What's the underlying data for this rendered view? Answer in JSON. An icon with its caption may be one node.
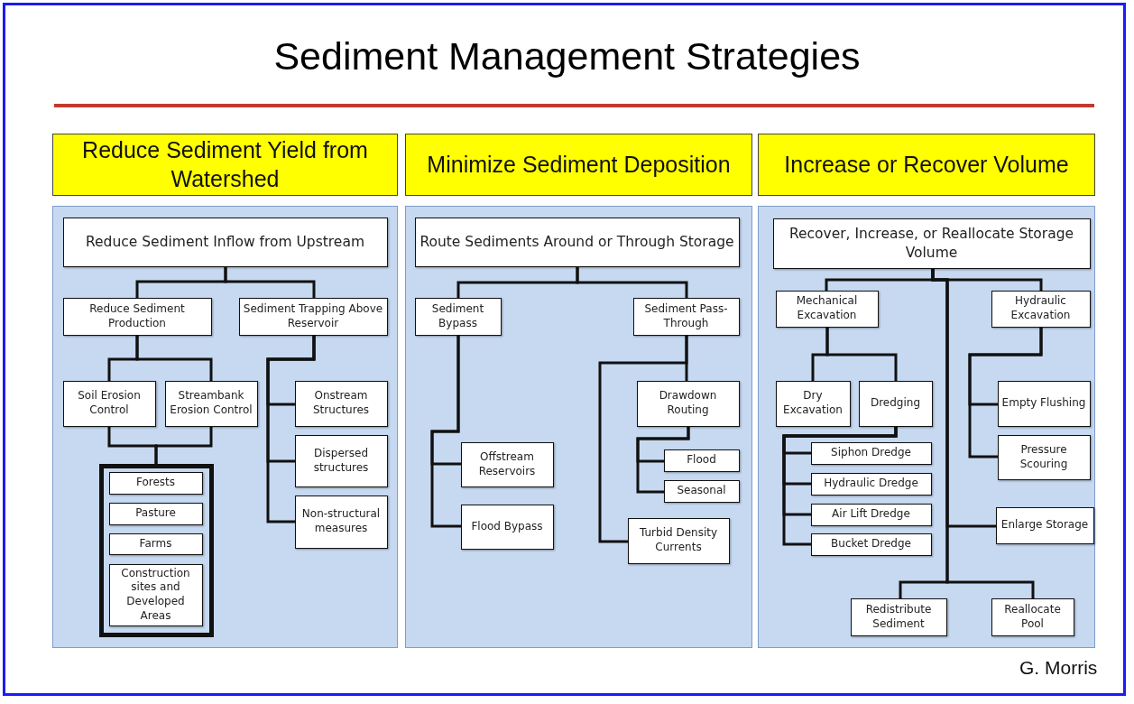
{
  "diagram": {
    "title": "Sediment Management Strategies",
    "nodes": [
      {
        "text": [
          "Reduce Sediment Yield from Watershed"
        ]
      },
      {
        "text": [],
        "shape": "box"
      },
      {
        "text": [
          "Reduce Sediment Inflow from Upstream"
        ],
        "in": 1
      },
      {
        "text": [
          "Reduce Sediment Production"
        ],
        "in": 1
      },
      {
        "text": [
          "Sediment Trapping Above Reservoir"
        ],
        "in": 1
      },
      {
        "text": [
          "Soil Erosion Control"
        ],
        "in": 1
      },
      {
        "text": [
          "Streambank Erosion Control"
        ],
        "in": 1
      },
      {
        "text": [],
        "shape": "box",
        "in": 1
      },
      {
        "text": [
          "Forests"
        ],
        "in": 7
      },
      {
        "text": [
          "Pasture"
        ],
        "in": 7
      },
      {
        "text": [
          "Farms"
        ],
        "in": 7
      },
      {
        "text": [
          "Construction sites and Developed Areas"
        ],
        "in": 7
      },
      {
        "text": [
          "Onstream Structures"
        ],
        "in": 1
      },
      {
        "text": [
          "Dispersed structures"
        ],
        "in": 1
      },
      {
        "text": [
          "Non-structural measures"
        ],
        "in": 1
      },
      {
        "text": [
          "Minimize Sediment Deposition"
        ]
      },
      {
        "text": [],
        "shape": "box"
      },
      {
        "text": [
          "Route Sediments Around or Through Storage"
        ],
        "in": 16
      },
      {
        "text": [
          "Sediment Bypass"
        ],
        "in": 16
      },
      {
        "text": [
          "Sediment Pass-Through"
        ],
        "in": 16
      },
      {
        "text": [
          "Drawdown Routing"
        ],
        "in": 16
      },
      {
        "text": [
          "Offstream Reservoirs"
        ],
        "in": 16
      },
      {
        "text": [
          "Flood"
        ],
        "in": 16
      },
      {
        "text": [
          "Seasonal"
        ],
        "in": 16
      },
      {
        "text": [
          "Flood Bypass"
        ],
        "in": 16
      },
      {
        "text": [
          "Turbid Density Currents"
        ],
        "in": 16
      },
      {
        "text": [
          "Increase or Recover Volume"
        ]
      },
      {
        "text": [],
        "shape": "box"
      },
      {
        "text": [
          "Recover, Increase, or Reallocate Storage Volume"
        ],
        "in": 27
      },
      {
        "text": [
          "Mechanical Excavation"
        ],
        "in": 27
      },
      {
        "text": [
          "Hydraulic Excavation"
        ],
        "in": 27
      },
      {
        "text": [
          "Dry Excavation"
        ],
        "in": 27
      },
      {
        "text": [
          "Dredging"
        ],
        "in": 27
      },
      {
        "text": [
          "Empty Flushing"
        ],
        "in": 27
      },
      {
        "text": [
          "Siphon Dredge"
        ],
        "in": 27
      },
      {
        "text": [
          "Pressure Scouring"
        ],
        "in": 27
      },
      {
        "text": [
          "Hydraulic Dredge"
        ],
        "in": 27
      },
      {
        "text": [
          "Air Lift Dredge"
        ],
        "in": 27
      },
      {
        "text": [
          "Enlarge Storage"
        ],
        "in": 27
      },
      {
        "text": [
          "Bucket Dredge"
        ],
        "in": 27
      },
      {
        "text": [
          "Redistribute Sediment"
        ],
        "in": 27
      },
      {
        "text": [
          "Reallocate Pool"
        ],
        "in": 27
      }
    ],
    "edges": [
      {
        "from": 2,
        "to": 3,
        "arrow": "none"
      },
      {
        "from": 2,
        "to": 4,
        "arrow": "none"
      },
      {
        "from": 3,
        "to": 5,
        "arrow": "none"
      },
      {
        "from": 3,
        "to": 6,
        "arrow": "none"
      },
      {
        "from": 5,
        "to": 7,
        "arrow": "none"
      },
      {
        "from": 6,
        "to": 7,
        "arrow": "none"
      },
      {
        "from": 4,
        "to": 12,
        "arrow": "none"
      },
      {
        "from": 4,
        "to": 13,
        "arrow": "none"
      },
      {
        "from": 4,
        "to": 14,
        "arrow": "none"
      },
      {
        "from": 17,
        "to": 18,
        "arrow": "none"
      },
      {
        "from": 17,
        "to": 19,
        "arrow": "none"
      },
      {
        "from": 18,
        "to": 21,
        "arrow": "none"
      },
      {
        "from": 18,
        "to": 24,
        "arrow": "none"
      },
      {
        "from": 19,
        "to": 20,
        "arrow": "none"
      },
      {
        "from": 19,
        "to": 25,
        "arrow": "none"
      },
      {
        "from": 20,
        "to": 22,
        "arrow": "none"
      },
      {
        "from": 20,
        "to": 23,
        "arrow": "none"
      },
      {
        "from": 28,
        "to": 29,
        "arrow": "none"
      },
      {
        "from": 28,
        "to": 30,
        "arrow": "none"
      },
      {
        "from": 28,
        "to": 38,
        "arrow": "none"
      },
      {
        "from": 28,
        "to": 40,
        "arrow": "none"
      },
      {
        "from": 28,
        "to": 41,
        "arrow": "none"
      },
      {
        "from": 29,
        "to": 31,
        "arrow": "none"
      },
      {
        "from": 29,
        "to": 32,
        "arrow": "none"
      },
      {
        "from": 32,
        "to": 34,
        "arrow": "none"
      },
      {
        "from": 32,
        "to": 36,
        "arrow": "none"
      },
      {
        "from": 32,
        "to": 37,
        "arrow": "none"
      },
      {
        "from": 32,
        "to": 39,
        "arrow": "none"
      },
      {
        "from": 30,
        "to": 33,
        "arrow": "none"
      },
      {
        "from": 30,
        "to": 35,
        "arrow": "none"
      }
    ],
    "labels": [
      "G. Morris"
    ]
  }
}
